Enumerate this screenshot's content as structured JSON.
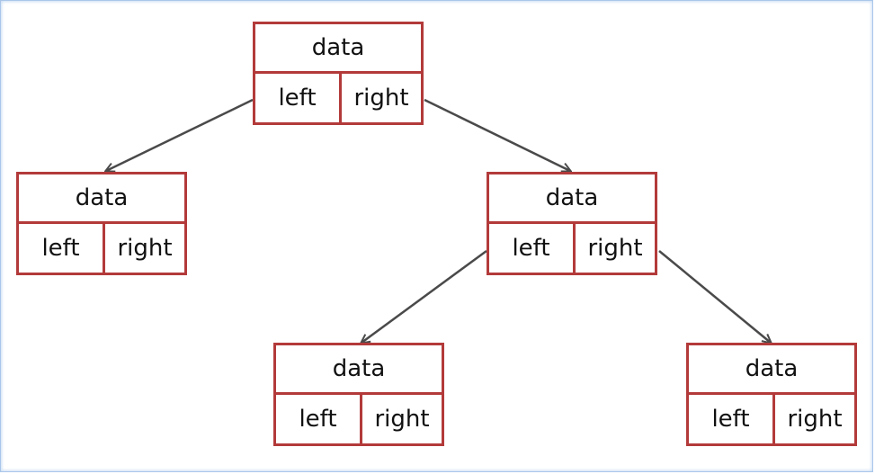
{
  "colors": {
    "node_border": "#b33a3a",
    "edge": "#4a4a4a",
    "frame_border": "#a9c6ea"
  },
  "nodes": [
    {
      "id": "root",
      "data": "data",
      "left": "left",
      "right": "right"
    },
    {
      "id": "root-left",
      "data": "data",
      "left": "left",
      "right": "right"
    },
    {
      "id": "root-right",
      "data": "data",
      "left": "left",
      "right": "right"
    },
    {
      "id": "root-right-left",
      "data": "data",
      "left": "left",
      "right": "right"
    },
    {
      "id": "root-right-right",
      "data": "data",
      "left": "left",
      "right": "right"
    }
  ],
  "edges": [
    {
      "from": "root",
      "pointer": "left",
      "to": "root-left"
    },
    {
      "from": "root",
      "pointer": "right",
      "to": "root-right"
    },
    {
      "from": "root-right",
      "pointer": "left",
      "to": "root-right-left"
    },
    {
      "from": "root-right",
      "pointer": "right",
      "to": "root-right-right"
    }
  ]
}
